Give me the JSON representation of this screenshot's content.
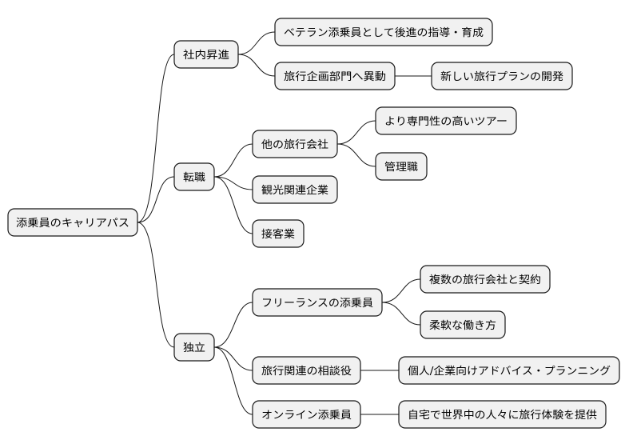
{
  "mindmap": {
    "root": "添乗員のキャリアパス",
    "branches": [
      {
        "label": "社内昇進",
        "children": [
          {
            "label": "ベテラン添乗員として後進の指導・育成",
            "children": []
          },
          {
            "label": "旅行企画部門へ異動",
            "children": [
              {
                "label": "新しい旅行プランの開発",
                "children": []
              }
            ]
          }
        ]
      },
      {
        "label": "転職",
        "children": [
          {
            "label": "他の旅行会社",
            "children": [
              {
                "label": "より専門性の高いツアー",
                "children": []
              },
              {
                "label": "管理職",
                "children": []
              }
            ]
          },
          {
            "label": "観光関連企業",
            "children": []
          },
          {
            "label": "接客業",
            "children": []
          }
        ]
      },
      {
        "label": "独立",
        "children": [
          {
            "label": "フリーランスの添乗員",
            "children": [
              {
                "label": "複数の旅行会社と契約",
                "children": []
              },
              {
                "label": "柔軟な働き方",
                "children": []
              }
            ]
          },
          {
            "label": "旅行関連の相談役",
            "children": [
              {
                "label": "個人/企業向けアドバイス・プランニング",
                "children": []
              }
            ]
          },
          {
            "label": "オンライン添乗員",
            "children": [
              {
                "label": "自宅で世界中の人々に旅行体験を提供",
                "children": []
              }
            ]
          }
        ]
      }
    ]
  }
}
